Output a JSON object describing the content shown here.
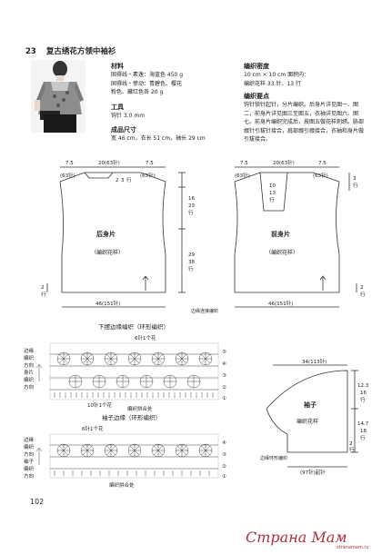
{
  "title": {
    "number": "23",
    "text": "复古绣花方领中袖衫"
  },
  "materials": {
    "heading": "材料",
    "lines": [
      "固得线・素逸：海蓝色 450 g",
      "固得线・惨动：青碧色、樱花",
      "粉色、藏红色各 20 g"
    ]
  },
  "tools": {
    "heading": "工具",
    "lines": [
      "钩针 3.0 mm"
    ]
  },
  "size": {
    "heading": "成品尺寸",
    "lines": [
      "宽 46 cm，衣长 51 cm，袖长 29 cm"
    ]
  },
  "gauge": {
    "heading": "编织密度",
    "lines": [
      "10 cm × 10 cm 面积内：",
      "编织花样 33 针、13 行"
    ]
  },
  "points": {
    "heading": "编织要点",
    "text": "钩针锁针起针，分片编织。后身片详见图一、图二，前身片详见图三至图五，衣袖详见图六、图七。前身片编织完成后，按图五做花样刺绣。胁部缀针引拔针接合，肩部缀引缀接合，衣袖和身片做引拔接合。"
  },
  "back": {
    "label": "后身片",
    "pattern": "（编织花样）",
    "top_left": "7.5",
    "top_left_st": "(63针)",
    "top_mid": "20(63针)",
    "top_right": "7.5",
    "top_right_st": "(63针)",
    "neck": [
      "2",
      "3",
      "行"
    ],
    "right_dim_a": [
      "16",
      "23",
      "行"
    ],
    "right_dim_b": [
      "29",
      "38",
      "行"
    ],
    "hem_dim": [
      "2",
      "行"
    ],
    "bottom": "46(151针)"
  },
  "front": {
    "label": "前身片",
    "pattern": "（编织花样）",
    "top_left": "7.5",
    "top_left_st": "(63针)",
    "top_mid": "20(63针)",
    "top_right": "7.5",
    "top_right_st": "(63针)",
    "neck": [
      "10",
      "13",
      "行"
    ],
    "right_dim": [
      "3",
      "行"
    ],
    "hem_dim": [
      "2",
      "行"
    ],
    "bottom": "46(151针)",
    "edge_note": "边缘连接编织"
  },
  "hem_chart": {
    "title": "下摆边缘编织（环形编织）",
    "motif": "6针1个花",
    "direction": [
      "边缘",
      "编织",
      "方向"
    ],
    "body_direction": [
      "身片",
      "编织",
      "方向"
    ],
    "note1": "10针1个花",
    "note2": "编织拼合处",
    "row_marks": [
      "⑤",
      "④",
      "③",
      "②",
      "①"
    ]
  },
  "cuff_chart": {
    "title": "袖子边缘（环形编织）",
    "motif": "6针1个花",
    "direction": [
      "边缘",
      "编织",
      "方向"
    ],
    "sleeve_direction": [
      "袖子",
      "编织",
      "方向"
    ],
    "note": "编织拼合处",
    "row_marks": [
      "④",
      "③",
      "②",
      "①"
    ]
  },
  "sleeve": {
    "label": "袖子",
    "pattern": "编织花样",
    "top": "34(113针)",
    "right_a": [
      "12.3",
      "16",
      "行"
    ],
    "right_b": [
      "14.7",
      "18",
      "行"
    ],
    "hem_dim": [
      "2",
      "行"
    ],
    "bottom": "(97针)起针",
    "edge_note": "边缘环形编织"
  },
  "page_number": "102",
  "watermark": "Страна Мам",
  "watermark_small": "stranamam.ru"
}
